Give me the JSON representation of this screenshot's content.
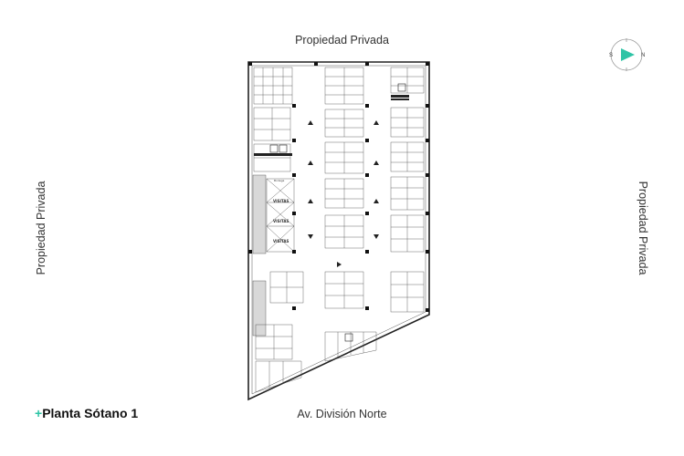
{
  "labels": {
    "top": "Propiedad Privada",
    "left": "Propiedad Privada",
    "right": "Propiedad Privada",
    "bottom": "Av. División Norte"
  },
  "title": {
    "plus": "+",
    "text": "Planta Sótano 1"
  },
  "compass": {
    "south": "S",
    "north": "N",
    "accent": "#2ec4a6"
  },
  "plan": {
    "zones": [
      "VISITAS",
      "VISITAS",
      "VISITAS"
    ],
    "bodega": "Bodega"
  },
  "colors": {
    "accent": "#2ec4a6",
    "line": "#222222",
    "stair": "#bfbfbf"
  }
}
